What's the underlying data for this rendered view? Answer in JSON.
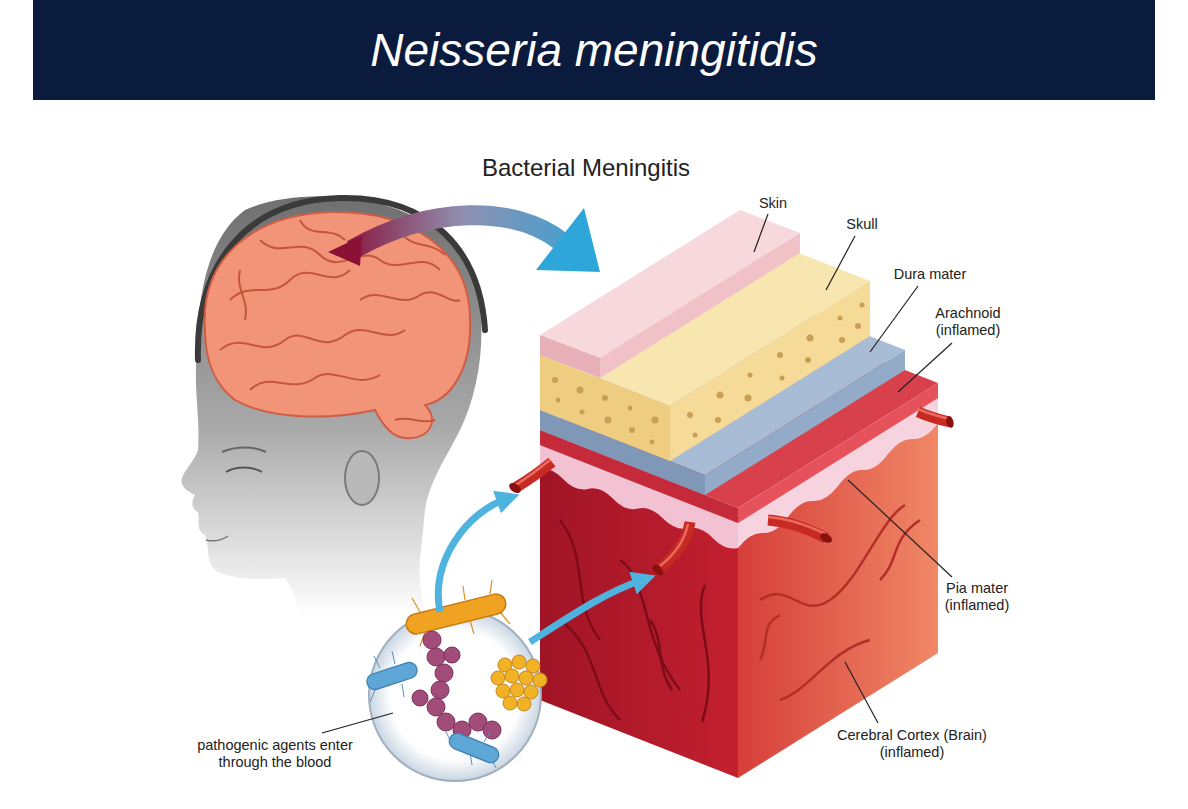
{
  "diagram": {
    "title": "Neisseria meningitidis",
    "labels": [
      "Bacterial Meningitis",
      "Skin",
      "Skull",
      "Dura mater",
      "Arachnoid (inflamed)",
      "Pia mater (inflamed)",
      "Cerebral Cortex (Brain) (inflamed)",
      "pathogenic agents enter through the blood"
    ]
  }
}
